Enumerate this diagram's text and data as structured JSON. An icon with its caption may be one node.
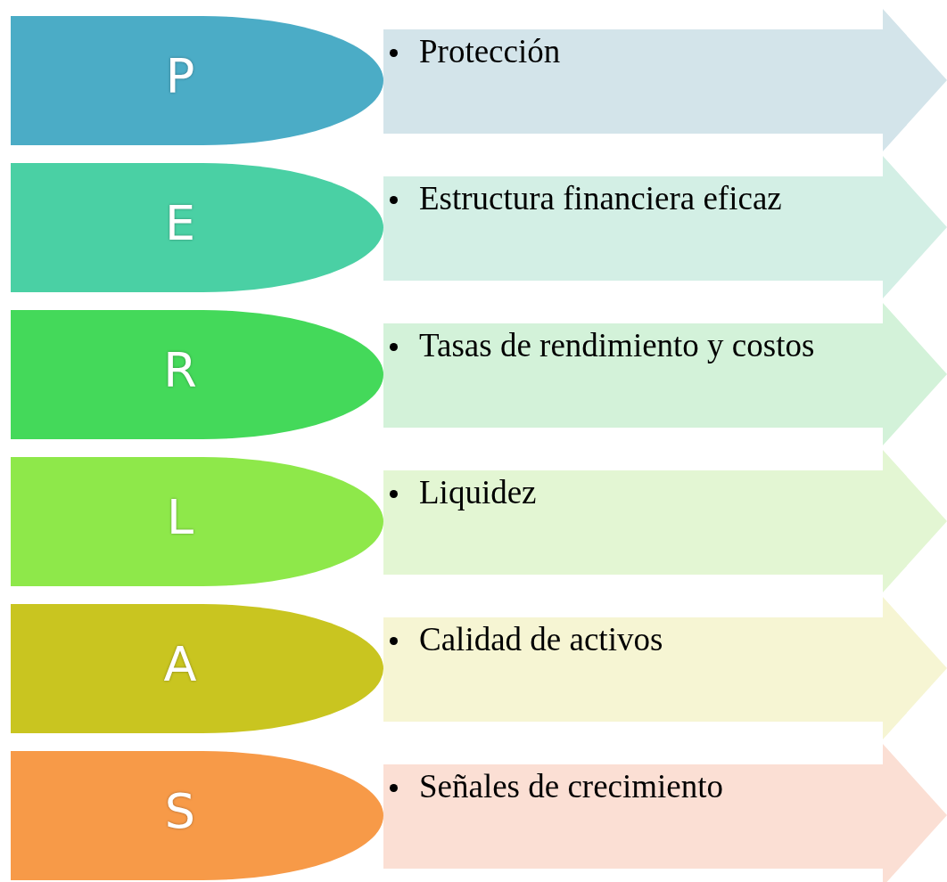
{
  "diagram": {
    "nodes": [
      {
        "text": [
          "P"
        ]
      },
      {
        "text": [
          "Protección"
        ]
      },
      {
        "text": [
          "E"
        ]
      },
      {
        "text": [
          "Estructura financiera eficaz"
        ]
      },
      {
        "text": [
          "R"
        ]
      },
      {
        "text": [
          "Tasas de rendimiento y costos"
        ]
      },
      {
        "text": [
          "L"
        ]
      },
      {
        "text": [
          "Liquidez"
        ]
      },
      {
        "text": [
          "A"
        ]
      },
      {
        "text": [
          "Calidad de activos"
        ]
      },
      {
        "text": [
          "S"
        ]
      },
      {
        "text": [
          "Señales de crecimiento"
        ]
      }
    ]
  }
}
